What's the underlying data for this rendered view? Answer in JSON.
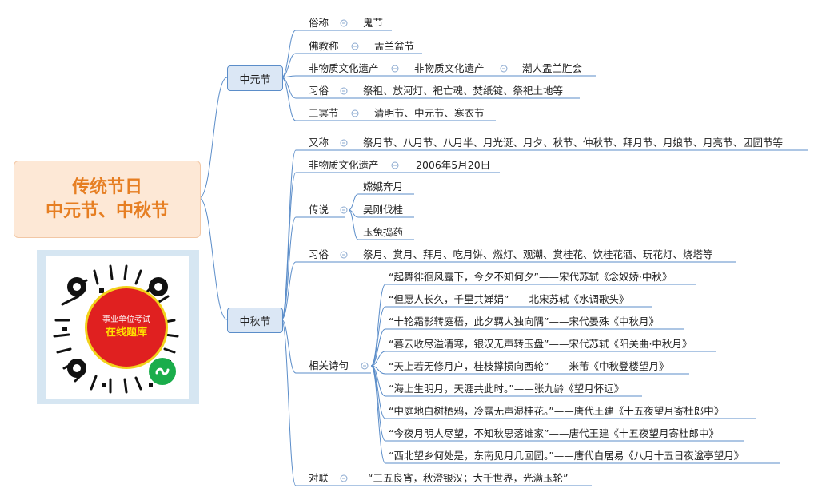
{
  "root": {
    "line1": "传统节日",
    "line2": "中元节、中秋节"
  },
  "zhongyuan": {
    "label": "中元节",
    "rows": [
      {
        "key": "俗称",
        "values": [
          "鬼节"
        ]
      },
      {
        "key": "佛教称",
        "values": [
          "盂兰盆节"
        ]
      },
      {
        "key": "非物质文化遗产",
        "values": [
          "非物质文化遗产",
          "潮人盂兰胜会"
        ]
      },
      {
        "key": "习俗",
        "values": [
          "祭祖、放河灯、祀亡魂、焚纸锭、祭祀土地等"
        ]
      },
      {
        "key": "三冥节",
        "values": [
          "清明节、中元节、寒衣节"
        ]
      }
    ]
  },
  "zhongqiu": {
    "label": "中秋节",
    "youcheng": {
      "key": "又称",
      "value": "祭月节、八月节、八月半、月光诞、月夕、秋节、仲秋节、拜月节、月娘节、月亮节、团圆节等"
    },
    "feiyi": {
      "key": "非物质文化遗产",
      "value": "2006年5月20日"
    },
    "chuanshuo": {
      "key": "传说",
      "items": [
        "嫦娥奔月",
        "吴刚伐桂",
        "玉兔捣药"
      ]
    },
    "xisu": {
      "key": "习俗",
      "value": "祭月、赏月、拜月、吃月饼、燃灯、观潮、赏桂花、饮桂花酒、玩花灯、烧塔等"
    },
    "poems": {
      "key": "相关诗句",
      "items": [
        "“起舞徘徊风露下，今夕不知何夕”——宋代苏轼《念奴娇·中秋》",
        "“但愿人长久，千里共婵娟”——北宋苏轼《水调歌头》",
        "“十轮霜影转庭梧，此夕羁人独向隅”——宋代晏殊《中秋月》",
        "“暮云收尽溢清寒，银汉无声转玉盘”——宋代苏轼《阳关曲·中秋月》",
        "“天上若无修月户，桂枝撑损向西轮”——米芾《中秋登楼望月》",
        "“海上生明月，天涯共此时。”——张九龄《望月怀远》",
        "“中庭地白树栖鸦，冷露无声湿桂花。”——唐代王建《十五夜望月寄杜郎中》",
        "“今夜月明人尽望，不知秋思落谁家”——唐代王建《十五夜望月寄杜郎中》",
        "“西北望乡何处是，东南见月几回圆。”——唐代白居易《八月十五日夜湓亭望月》"
      ]
    },
    "duilian": {
      "key": "对联",
      "value": "“三五良宵，秋澄银汉；大千世界，光满玉轮”"
    }
  },
  "qr": {
    "line1": "事业单位考试",
    "line2": "在线题库"
  },
  "colors": {
    "line": "#5b8dc9",
    "root_text": "#e67e22",
    "node_fill": "#dbe7f5",
    "badge": "#e02020"
  }
}
